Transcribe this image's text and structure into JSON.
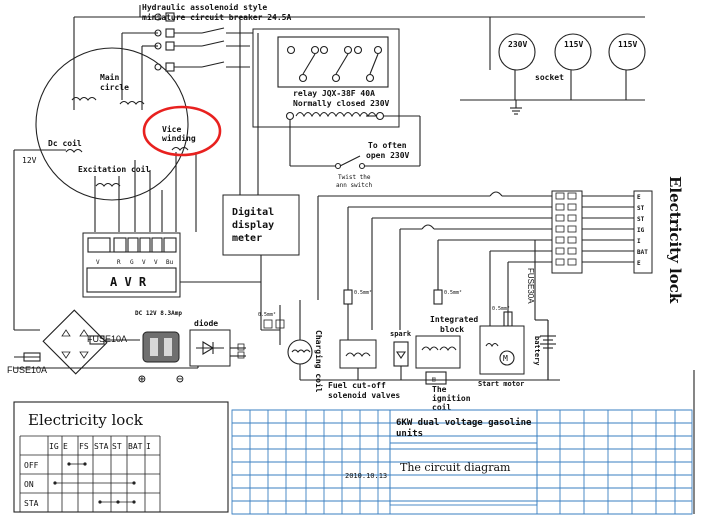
{
  "labels": {
    "breaker_title": "Hydraulic assolenoid style",
    "breaker_sub": "miniature circuit breaker 24.5A",
    "relay_1": "relay JQX-38F 40A",
    "relay_2": "Normally closed 230V",
    "main_circle_1": "Main",
    "main_circle_2": "circle",
    "dc_coil": "Dc coil",
    "vice_1": "Vice",
    "vice_2": "winding",
    "twelve_v": "12V",
    "excitation": "Excitation coil",
    "avr_letters": "A V R",
    "avr_terms": [
      "V",
      "R",
      "G",
      "V",
      "V",
      "Bu"
    ],
    "digital_1": "Digital",
    "digital_2": "display",
    "digital_3": "meter",
    "often_1": "To often",
    "often_2": "open 230V",
    "twist_1": "Twist the",
    "twist_2": "ann switch",
    "socket_label": "socket",
    "socket_230": "230V",
    "socket_115a": "115V",
    "socket_115b": "115V",
    "elock_vertical": "Electricity lock",
    "elock_terms": [
      "E",
      "ST",
      "ST",
      "IG",
      "I",
      "BAT",
      "E"
    ],
    "fuse30": "FUSE30A",
    "dc_label": "DC 12V 8.3Amp",
    "fuse10a_upper": "FUSE10A",
    "fuse10a_lower": "FUSE10A",
    "diode": "diode",
    "charging_coil": "Charging coil",
    "spark": "spark",
    "integrated_1": "Integrated",
    "integrated_2": "block",
    "ignition_1": "The",
    "ignition_2": "ignition",
    "ignition_3": "coil",
    "start_motor": "Start motor",
    "battery": "battery",
    "fuel_1": "Fuel cut-off",
    "fuel_2": "solenoid valves",
    "plus": "⊕",
    "minus": "⊖",
    "small_tags": [
      "0.5mm²",
      "0.5mm²",
      "0.5mm²",
      "0.5mm²"
    ]
  },
  "lock_table": {
    "title": "Electricity lock",
    "headers": [
      "IG",
      "E",
      "FS",
      "STA",
      "ST",
      "BAT",
      "I"
    ],
    "rows": [
      "OFF",
      "ON",
      "STA"
    ]
  },
  "title_block": {
    "title_1": "6KW dual voltage gasoline",
    "title_2": "units",
    "date": "2010.10.13",
    "name": "The circuit diagram"
  },
  "annotation": {
    "color": "#e8211f",
    "highlight": "vice winding"
  }
}
